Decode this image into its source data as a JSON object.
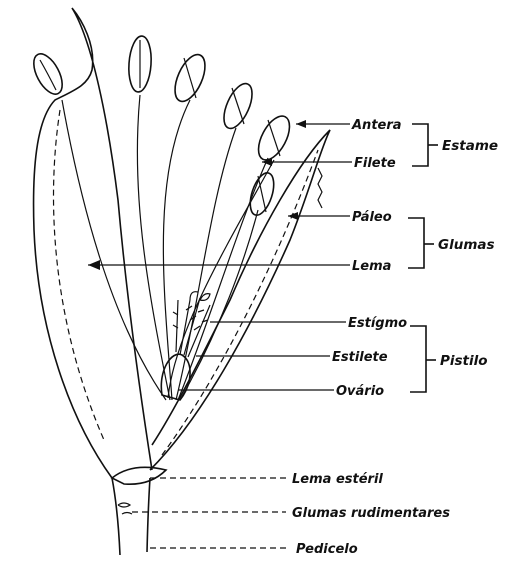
{
  "labels": {
    "antera": "Antera",
    "filete": "Filete",
    "palea": "Páleo",
    "lema": "Lema",
    "estigma": "Estígmo",
    "estilete": "Estilete",
    "ovario": "Ovário",
    "lema_esteril": "Lema estéril",
    "glumas_rudimentares": "Glumas rudimentares",
    "pedicelo": "Pedicelo"
  },
  "groups": {
    "estame": "Estame",
    "glumas": "Glumas",
    "pistilo": "Pistilo"
  }
}
